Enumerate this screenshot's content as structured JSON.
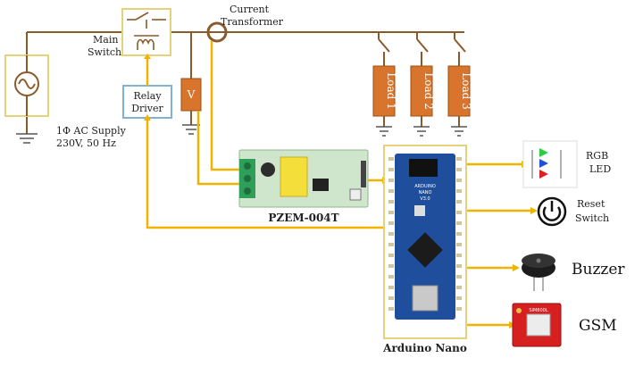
{
  "labels": {
    "current_transformer_1": "Current",
    "current_transformer_2": "Transformer",
    "main_switch_1": "Main",
    "main_switch_2": "Switch",
    "relay_driver_1": "Relay",
    "relay_driver_2": "Driver",
    "voltage": "V",
    "ac_supply_1": "1Φ AC Supply",
    "ac_supply_2": "230V, 50 Hz",
    "load_1": "Load 1",
    "load_2": "Load 2",
    "load_3": "Load 3",
    "pzem": "PZEM-004T",
    "arduino": "Arduino Nano",
    "rgb_1": "RGB",
    "rgb_2": "LED",
    "reset_1": "Reset",
    "reset_2": "Switch",
    "buzzer": "Buzzer",
    "gsm": "GSM"
  },
  "chip_text": {
    "nano_1": "ARDUINO",
    "nano_2": "NANO",
    "nano_3": "V3.0",
    "gsm_module": "SIM800L"
  },
  "colors": {
    "wire": "#8b5a2b",
    "signal": "#f0b400",
    "load_fill": "#d8742b",
    "arduino_board": "#1f4e9c",
    "box_border": "#e6d27a",
    "relay_border": "#7fb2d6",
    "gsm_board": "#d62020"
  }
}
